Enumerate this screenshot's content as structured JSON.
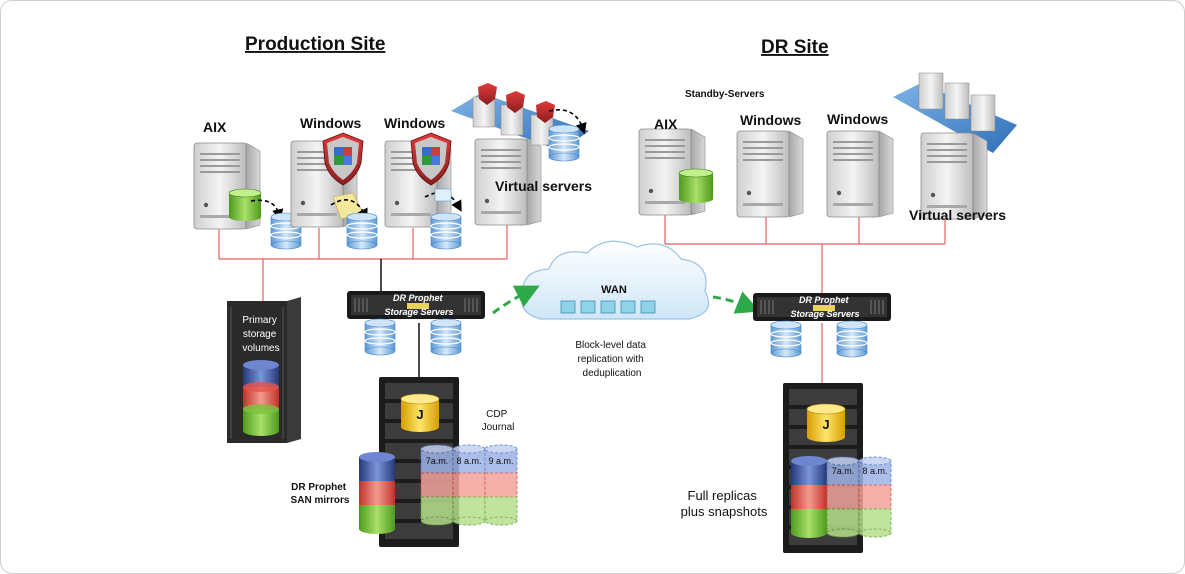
{
  "sites": {
    "production": "Production Site",
    "dr": "DR Site"
  },
  "production": {
    "aix": "AIX",
    "windows_1": "Windows",
    "windows_2": "Windows",
    "virtual_servers": "Virtual servers",
    "primary_storage": [
      "Primary",
      "storage",
      "volumes"
    ],
    "appliance": [
      "DR Prophet",
      "Storage Servers"
    ],
    "cdp_journal": [
      "CDP",
      "Journal"
    ],
    "journal_letter": "J",
    "snapshot_labels": [
      "7a.m.",
      "8 a.m.",
      "9 a.m."
    ],
    "san_mirrors": [
      "DR Prophet",
      "SAN mirrors"
    ]
  },
  "wan": {
    "label": "WAN",
    "description": [
      "Block-level data",
      "replication with",
      "deduplication"
    ]
  },
  "dr": {
    "standby": "Standby-Servers",
    "aix": "AIX",
    "windows_1": "Windows",
    "windows_2": "Windows",
    "virtual_servers": "Virtual servers",
    "appliance": [
      "DR Prophet",
      "Storage Servers"
    ],
    "journal_letter": "J",
    "snapshot_labels": [
      "7a.m.",
      "8 a.m."
    ],
    "full_replicas": [
      "Full replicas",
      "plus snapshots"
    ]
  },
  "colors": {
    "link_line": "#e06060",
    "replication_arrow": "#2fa84a",
    "disk_blue": "#9cc3e6",
    "cyl_green": "#7cc23c",
    "cyl_red": "#e8534a",
    "cyl_navy": "#3d5aa8",
    "journal_yellow": "#f2c200"
  }
}
